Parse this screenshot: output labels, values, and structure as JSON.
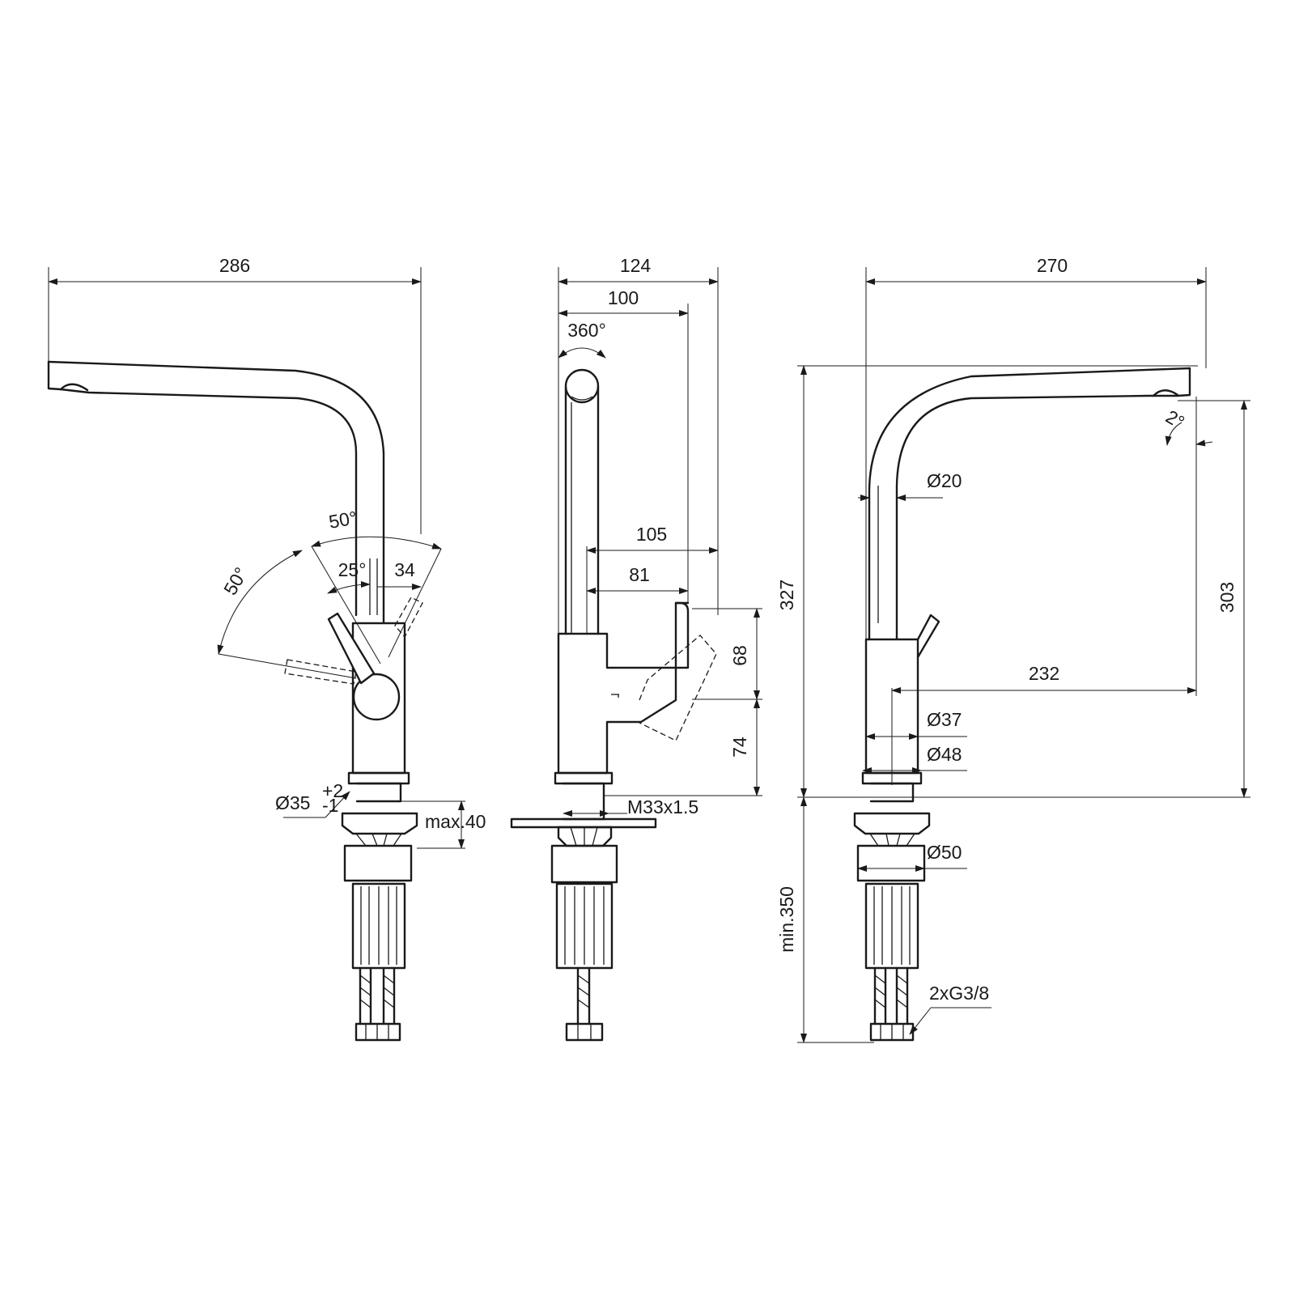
{
  "views": {
    "front": {
      "width": "286",
      "angle_outer_left": "50°",
      "angle_outer_right": "50°",
      "angle_inner": "25°",
      "offset": "34",
      "hole_diameter": "Ø35",
      "hole_tol_plus": "+2",
      "hole_tol_minus": "-1",
      "max_thickness": "max.40"
    },
    "side": {
      "width": "124",
      "width_inner": "100",
      "rotation": "360°",
      "lever_reach": "105",
      "lever_reach_inner": "81",
      "lever_height": "68",
      "lever_base_height": "74",
      "thread": "M33x1.5"
    },
    "rear": {
      "width": "270",
      "height": "327",
      "outlet_height": "303",
      "spout_angle": "2°",
      "spout_diameter": "Ø20",
      "reach": "232",
      "body_diameter": "Ø37",
      "base_diameter": "Ø48",
      "flange_diameter": "Ø50",
      "min_length": "min.350",
      "connections": "2xG3/8"
    }
  }
}
